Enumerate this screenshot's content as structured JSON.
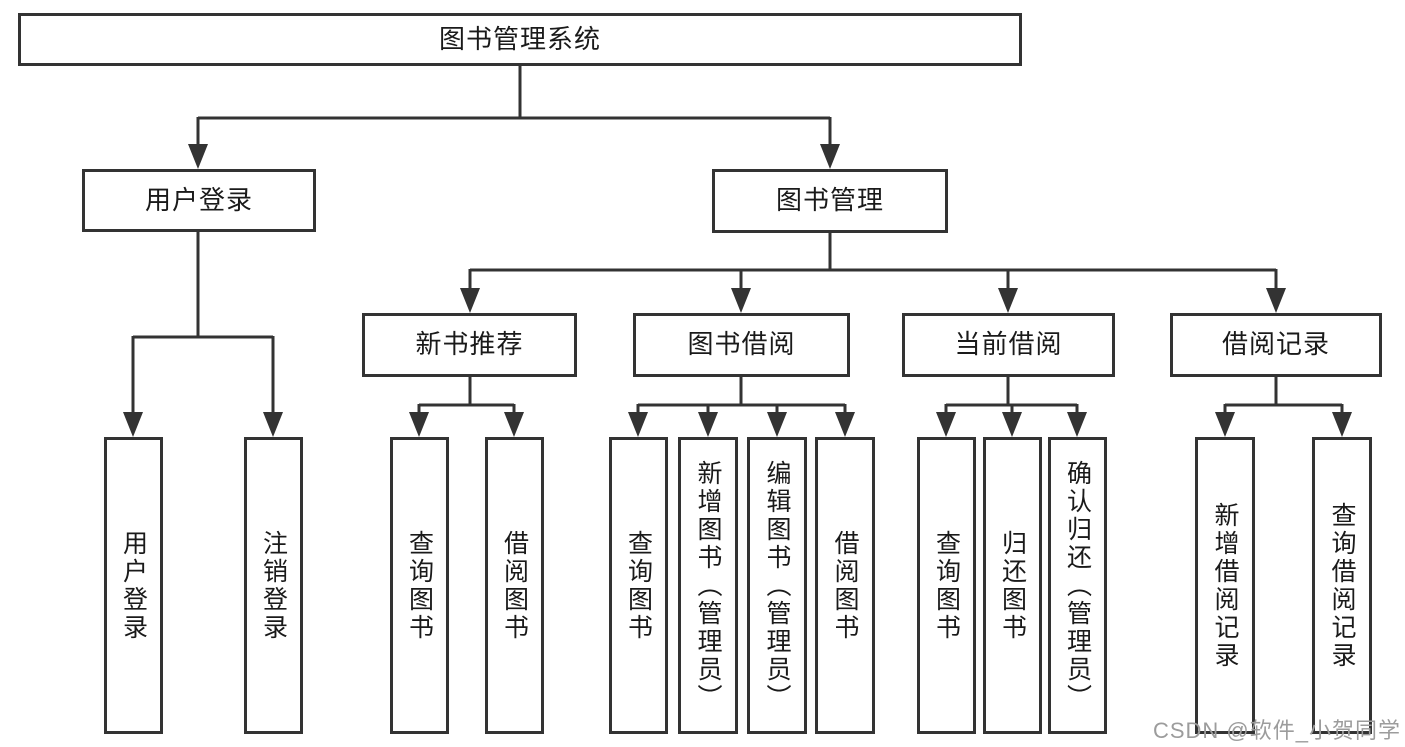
{
  "diagram": {
    "title": "图书管理系统",
    "root": {
      "label": "图书管理系统"
    },
    "level2": [
      {
        "label": "用户登录",
        "parent": "图书管理系统"
      },
      {
        "label": "图书管理",
        "parent": "图书管理系统"
      }
    ],
    "level3": [
      {
        "label": "新书推荐",
        "parent": "图书管理"
      },
      {
        "label": "图书借阅",
        "parent": "图书管理"
      },
      {
        "label": "当前借阅",
        "parent": "图书管理"
      },
      {
        "label": "借阅记录",
        "parent": "图书管理"
      }
    ],
    "leaves": [
      {
        "label": "用户登录",
        "parent": "用户登录"
      },
      {
        "label": "注销登录",
        "parent": "用户登录"
      },
      {
        "label": "查询图书",
        "parent": "新书推荐"
      },
      {
        "label": "借阅图书",
        "parent": "新书推荐"
      },
      {
        "label": "查询图书",
        "parent": "图书借阅"
      },
      {
        "label": "新增图书（管理员）",
        "parent": "图书借阅"
      },
      {
        "label": "编辑图书（管理员）",
        "parent": "图书借阅"
      },
      {
        "label": "借阅图书",
        "parent": "图书借阅"
      },
      {
        "label": "查询图书",
        "parent": "当前借阅"
      },
      {
        "label": "归还图书",
        "parent": "当前借阅"
      },
      {
        "label": "确认归还（管理员）",
        "parent": "当前借阅"
      },
      {
        "label": "新增借阅记录",
        "parent": "借阅记录"
      },
      {
        "label": "查询借阅记录",
        "parent": "借阅记录"
      }
    ],
    "colors": {
      "line": "#333333",
      "box_border": "#333333",
      "box_fill": "#ffffff",
      "text": "#1a1a1a",
      "watermark": "#9c9c9c",
      "background": "#ffffff"
    }
  },
  "watermark": {
    "text": "CSDN @软件_小贺同学"
  }
}
